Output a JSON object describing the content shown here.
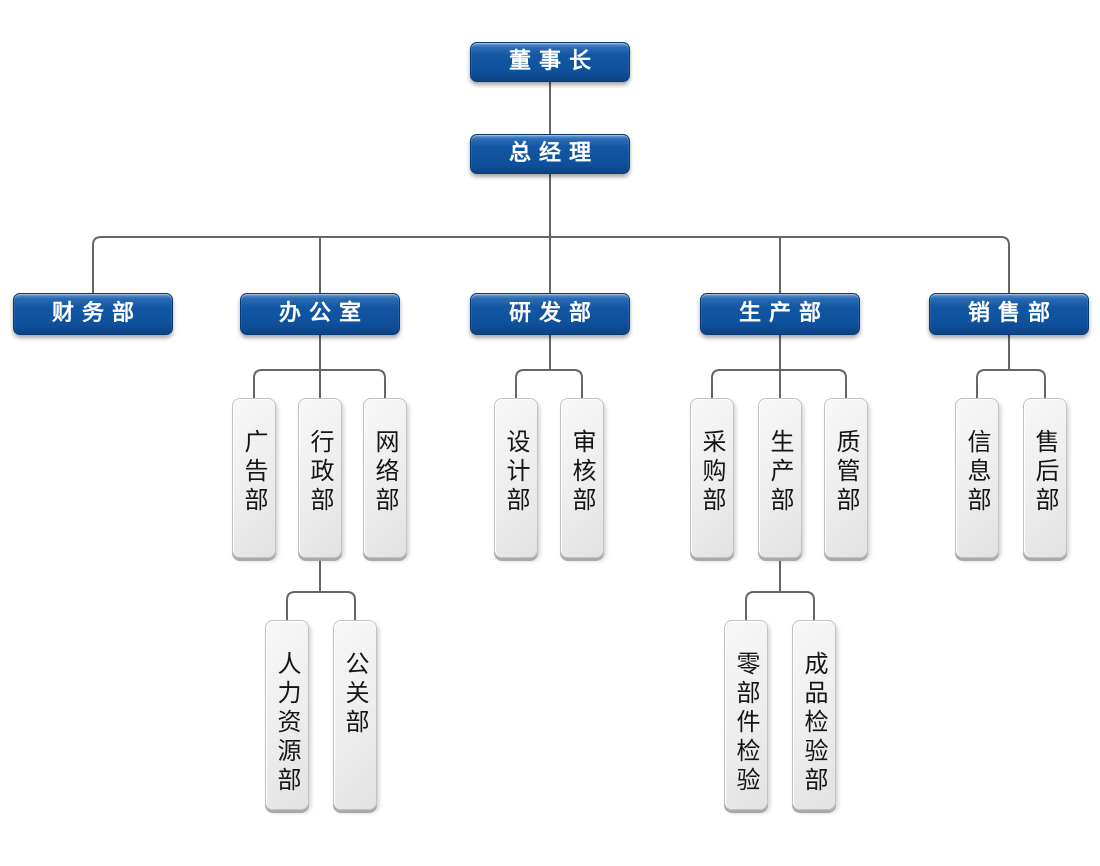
{
  "diagram": {
    "type": "org-chart",
    "nodes": {
      "chairman": "董事长",
      "general_manager": "总经理",
      "finance": "财务部",
      "office": "办公室",
      "rnd": "研发部",
      "production": "生产部",
      "sales": "销售部",
      "advertising": "广告部",
      "administration": "行政部",
      "network": "网络部",
      "design": "设计部",
      "audit": "审核部",
      "purchasing": "采购部",
      "production_sub": "生产部",
      "quality": "质管部",
      "information": "信息部",
      "after_sales": "售后部",
      "human_resources": "人力资源部",
      "public_relations": "公关部",
      "parts_inspection": "零部件检验",
      "finished_inspection": "成品检验部"
    },
    "hierarchy": {
      "董事长": [
        "总经理"
      ],
      "总经理": [
        "财务部",
        "办公室",
        "研发部",
        "生产部",
        "销售部"
      ],
      "办公室": [
        "广告部",
        "行政部",
        "网络部"
      ],
      "行政部": [
        "人力资源部",
        "公关部"
      ],
      "研发部": [
        "设计部",
        "审核部"
      ],
      "生产部": [
        "采购部",
        "生产部",
        "质管部"
      ],
      "生产部(子)": [
        "零部件检验",
        "成品检验部"
      ],
      "销售部": [
        "信息部",
        "售后部"
      ]
    },
    "colors": {
      "blue_node_fill": "#1257a5",
      "blue_node_border": "#0a3a70",
      "blue_node_text": "#ffffff",
      "gray_node_fill": "#ececec",
      "gray_node_border": "#c2c2c2",
      "gray_node_text": "#151515",
      "connector": "#666666",
      "background": "#ffffff"
    }
  }
}
